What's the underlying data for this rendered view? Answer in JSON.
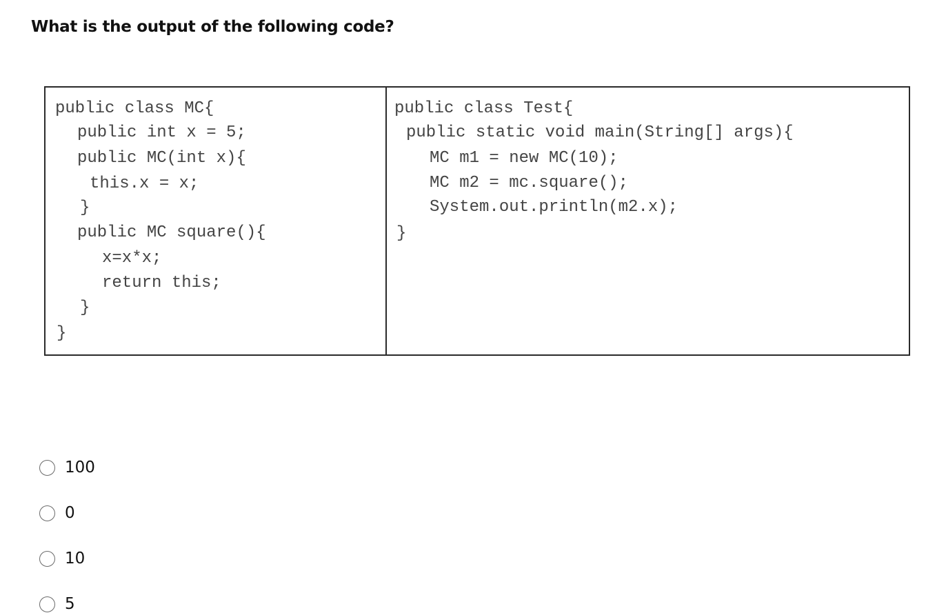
{
  "question": {
    "title": "What is the output of the following code?"
  },
  "code": {
    "left_lines": [
      "public class MC{",
      "public int x = 5;",
      "public MC(int x){",
      "this.x = x;",
      "}",
      "public MC square(){",
      "x=x*x;",
      "return this;",
      "}",
      "}"
    ],
    "right_lines": [
      "public class Test{",
      "public static void main(String[] args){",
      "MC m1 = new MC(10);",
      "MC m2 = mc.square();",
      "System.out.println(m2.x);",
      "}"
    ]
  },
  "answers": [
    {
      "label": "100",
      "selected": false
    },
    {
      "label": "0",
      "selected": false
    },
    {
      "label": "10",
      "selected": false
    },
    {
      "label": "5",
      "selected": false
    }
  ],
  "colors": {
    "text": "#111111",
    "code_text": "#444444",
    "border": "#2a2a2a",
    "radio_border": "#6a6a6a"
  }
}
